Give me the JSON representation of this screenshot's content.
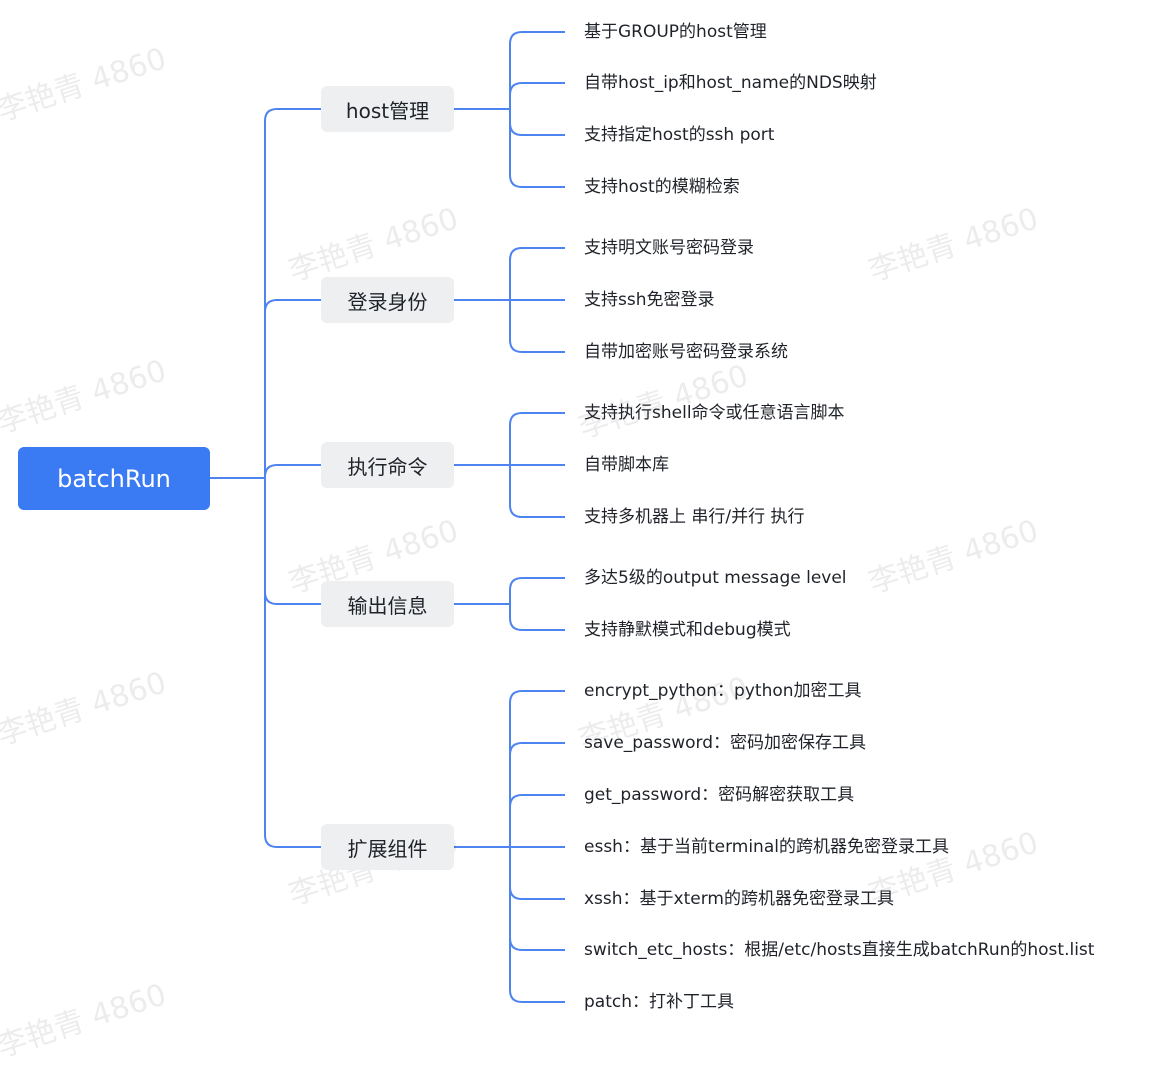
{
  "root": {
    "label": "batchRun"
  },
  "watermark": "李艳青 4860",
  "colors": {
    "root_bg": "#3a7af2",
    "edge": "#4d84f0",
    "category_bg": "#eeeff1"
  },
  "categories": [
    {
      "label": "host管理",
      "items": [
        "基于GROUP的host管理",
        "自带host_ip和host_name的NDS映射",
        "支持指定host的ssh port",
        "支持host的模糊检索"
      ]
    },
    {
      "label": "登录身份",
      "items": [
        "支持明文账号密码登录",
        "支持ssh免密登录",
        "自带加密账号密码登录系统"
      ]
    },
    {
      "label": "执行命令",
      "items": [
        "支持执行shell命令或任意语言脚本",
        "自带脚本库",
        "支持多机器上 串行/并行 执行"
      ]
    },
    {
      "label": "输出信息",
      "items": [
        "多达5级的output message level",
        "支持静默模式和debug模式"
      ]
    },
    {
      "label": "扩展组件",
      "items": [
        "encrypt_python：python加密工具",
        "save_password：密码加密保存工具",
        "get_password：密码解密获取工具",
        "essh：基于当前terminal的跨机器免密登录工具",
        "xssh：基于xterm的跨机器免密登录工具",
        "switch_etc_hosts：根据/etc/hosts直接生成batchRun的host.list",
        "patch：打补丁工具"
      ]
    }
  ]
}
